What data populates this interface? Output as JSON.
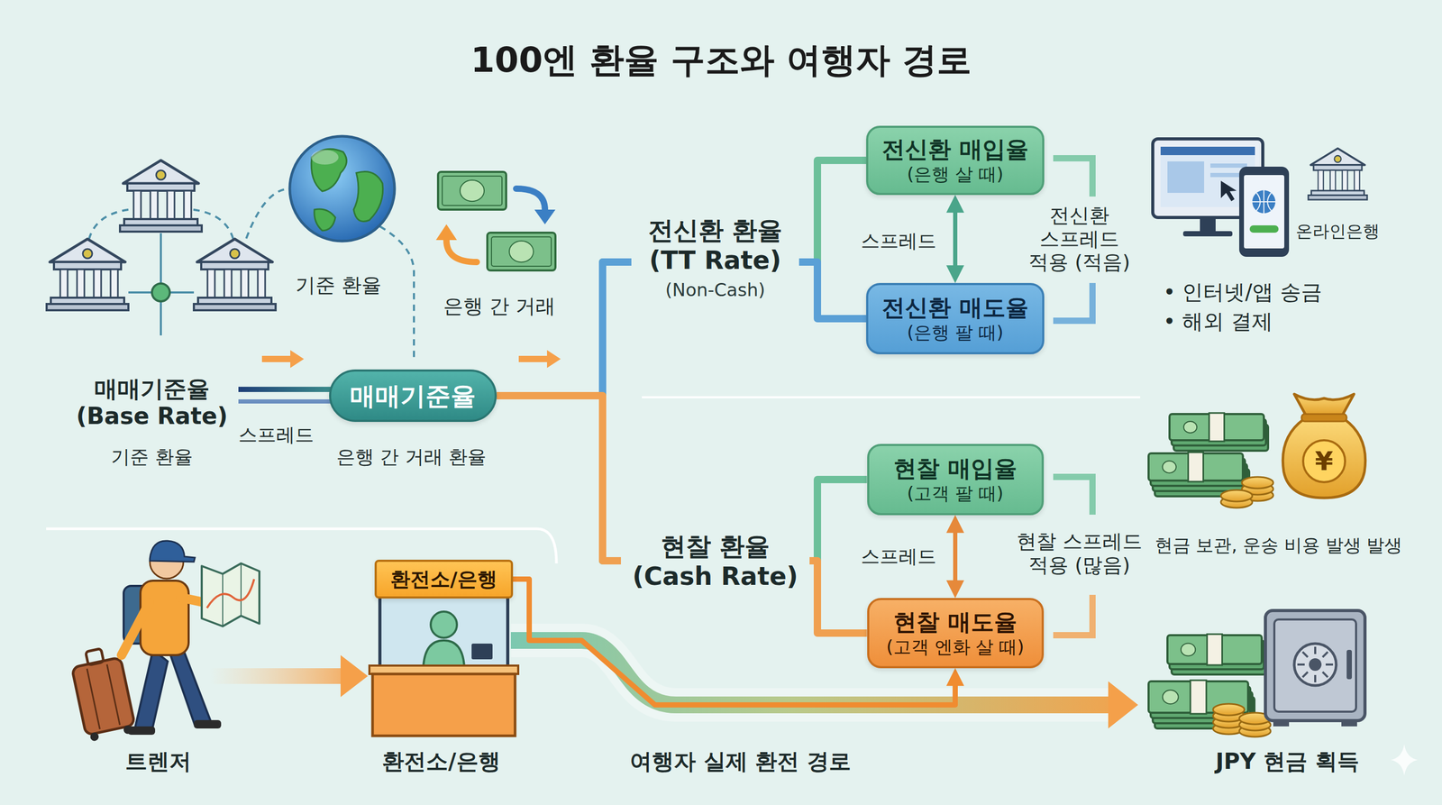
{
  "diagram": {
    "title": "100엔 환율 구조와 여행자 경로",
    "nodes": [
      {
        "text": [
          "매매기준율"
        ]
      },
      {
        "text": [
          "전신환 매입율",
          "(은행 살 때)"
        ]
      },
      {
        "text": [
          "전신환 매도율",
          "(은행 팔 때)"
        ]
      },
      {
        "text": [
          "현찰 매입율",
          "(고객 팔 때)"
        ]
      },
      {
        "text": [
          "현찰 매도율",
          "(고객 엔화 살 때)"
        ]
      },
      {
        "text": [
          "환전소/은행"
        ]
      }
    ],
    "edges": [
      {
        "from": 0,
        "to": 1,
        "arrow": "none"
      },
      {
        "from": 0,
        "to": 2,
        "arrow": "none"
      },
      {
        "from": 0,
        "to": 3,
        "arrow": "none"
      },
      {
        "from": 0,
        "to": 4,
        "arrow": "none"
      },
      {
        "from": 1,
        "to": 2,
        "label": "스프레드",
        "arrow": "both"
      },
      {
        "from": 3,
        "to": 4,
        "label": "스프레드",
        "arrow": "both"
      },
      {
        "from": 5,
        "to": 4,
        "arrow": "to"
      }
    ],
    "labels": [
      "매매기준율 (Base Rate)",
      "기준 환율",
      "스프레드",
      "은행 간 거래 환율",
      "기준 환율",
      "은행 간 거래",
      "전신환 환율 (TT Rate)",
      "(Non-Cash)",
      "전신환 스프레드 적용 (적음)",
      "온라인은행",
      "• 인터넷/앱 송금",
      "• 해외 결제",
      "현찰 환율 (Cash Rate)",
      "현찰 스프레드 적용 (많음)",
      "¥",
      "현금 보관, 운송 비용 발생 발생",
      "트렌저",
      "환전소/은행",
      "여행자 실제 환전 경로",
      "JPY 현금 획득"
    ]
  }
}
